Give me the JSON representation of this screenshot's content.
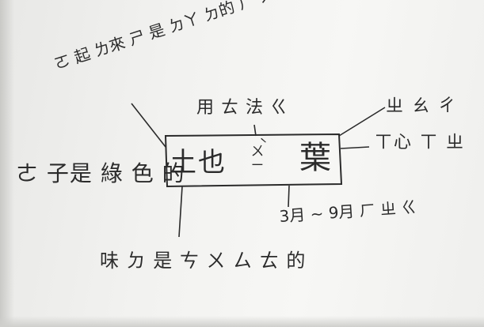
{
  "center": {
    "left_char": "土也",
    "middle_char": "ㄨ̀ ㄧ",
    "right_char": "葉"
  },
  "branches": {
    "top_left": "ㄛ 起 ㄌ來 ㄕ 是 ㄉㄚ ㄉ的 ㄏ ㄨ ㄍ 的",
    "top_middle": "用 ㄊ 法 ㄍ",
    "top_right": "ㄓ ㄠ ㄔ",
    "left": "ㄜ 子是 綠 色 的",
    "right": "ㄒ心 ㄒ ㄓ",
    "bottom_right": "3月 ~ 9月 ㄏ ㄓ ㄍ",
    "bottom_left": "味 ㄉ 是 ㄘ ㄨ ㄙ ㄊ 的"
  },
  "colors": {
    "ink": "#2b2b2b",
    "paper": "#f5f5f3"
  }
}
